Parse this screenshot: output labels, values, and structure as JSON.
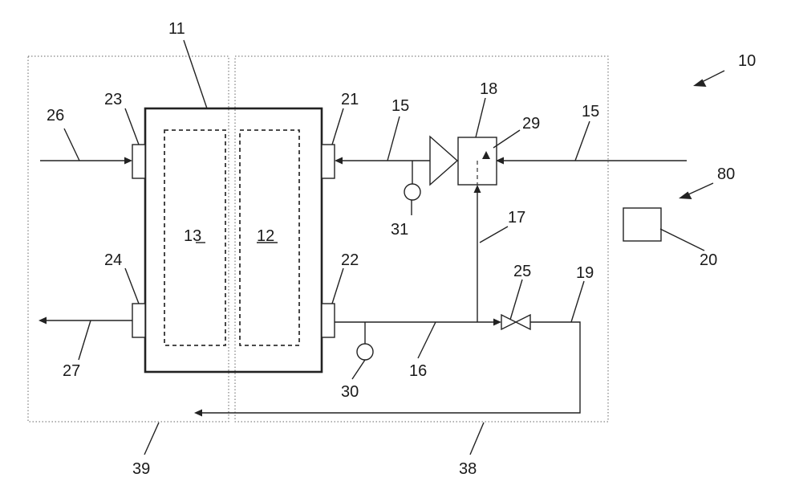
{
  "diagram": {
    "labels": {
      "system": "10",
      "housing": "11",
      "chamber_right": "12",
      "chamber_left": "13",
      "supply_line": "15",
      "supply_line_b": "15",
      "return_line": "16",
      "branch_line": "17",
      "valve_unit": "18",
      "bypass_line": "19",
      "controller": "20",
      "port_21": "21",
      "port_22": "22",
      "port_23": "23",
      "port_24": "24",
      "valve_25": "25",
      "inlet": "26",
      "outlet": "27",
      "element_29": "29",
      "sensor_30": "30",
      "sensor_31": "31",
      "zone_right": "38",
      "zone_left": "39",
      "signal": "80"
    }
  }
}
